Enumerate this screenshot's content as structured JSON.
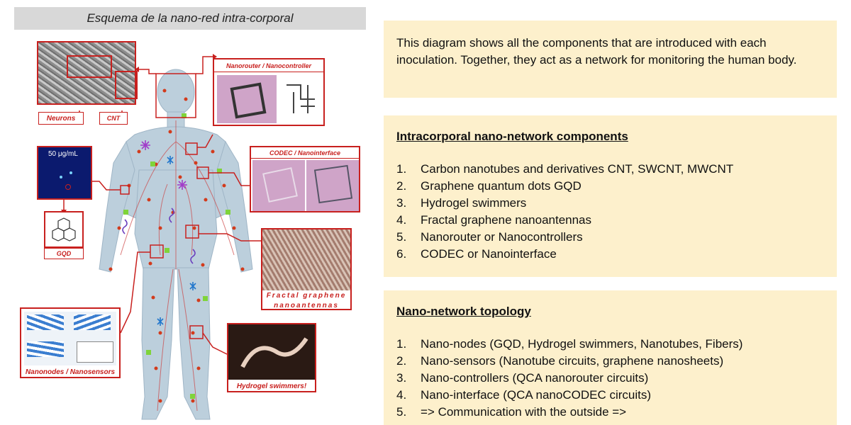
{
  "left": {
    "title": "Esquema de la nano-red intra-corporal",
    "labels": {
      "neurons": "Neurons",
      "cnt": "CNT",
      "concentration": "50 μg/mL",
      "gqd": "GQD",
      "nanorouter": "Nanorouter / Nanocontroller",
      "codec": "CODEC / Nanointerface",
      "fractal_line1": "Fractal graphene",
      "fractal_line2": "nanoantennas",
      "nanonodes": "Nanonodes / Nanosensors",
      "hydrogel": "Hydrogel swimmers!"
    }
  },
  "right": {
    "description": "This diagram shows all the components that are introduced with each inoculation. Together, they act as a network for monitoring the human body.",
    "components": {
      "heading": "Intracorporal nano-network components",
      "items": [
        {
          "num": "1.",
          "text": "Carbon nanotubes and derivatives CNT, SWCNT, MWCNT"
        },
        {
          "num": "2.",
          "text": "Graphene quantum dots GQD"
        },
        {
          "num": "3.",
          "text": "Hydrogel swimmers"
        },
        {
          "num": "4.",
          "text": "Fractal graphene nanoantennas"
        },
        {
          "num": "5.",
          "text": "Nanorouter or Nanocontrollers"
        },
        {
          "num": "6.",
          "text": "CODEC or Nanointerface"
        }
      ]
    },
    "topology": {
      "heading": "Nano-network topology",
      "items": [
        {
          "num": "1.",
          "text": "Nano-nodes (GQD, Hydrogel swimmers, Nanotubes, Fibers)"
        },
        {
          "num": "2.",
          "text": "Nano-sensors (Nanotube circuits, graphene nanosheets)"
        },
        {
          "num": "3.",
          "text": "Nano-controllers (QCA nanorouter circuits)"
        },
        {
          "num": "4.",
          "text": "Nano-interface (QCA nanoCODEC circuits)"
        },
        {
          "num": "5.",
          "text": "=> Communication with the outside =>"
        }
      ]
    }
  },
  "colors": {
    "accent_red": "#c8201e",
    "box_fill": "#fdf0cc",
    "body_blue": "#b9ccd9"
  }
}
